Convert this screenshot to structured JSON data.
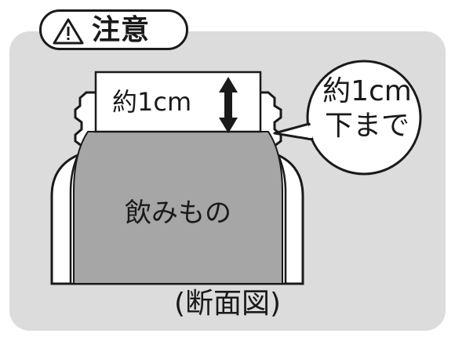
{
  "caution": {
    "icon": "warning-triangle-icon",
    "label": "注意"
  },
  "gap_label": "約1cm",
  "arrow_icon": "double-arrow-vertical-icon",
  "callout": {
    "line1": "約1cm",
    "line2": "下まで"
  },
  "drink_label": "飲みもの",
  "caption": "(断面図)",
  "colors": {
    "panel": "#dcdcdc",
    "liquid": "#a6a6a6",
    "outline": "#1a1a1a",
    "bottle": "#ffffff"
  }
}
